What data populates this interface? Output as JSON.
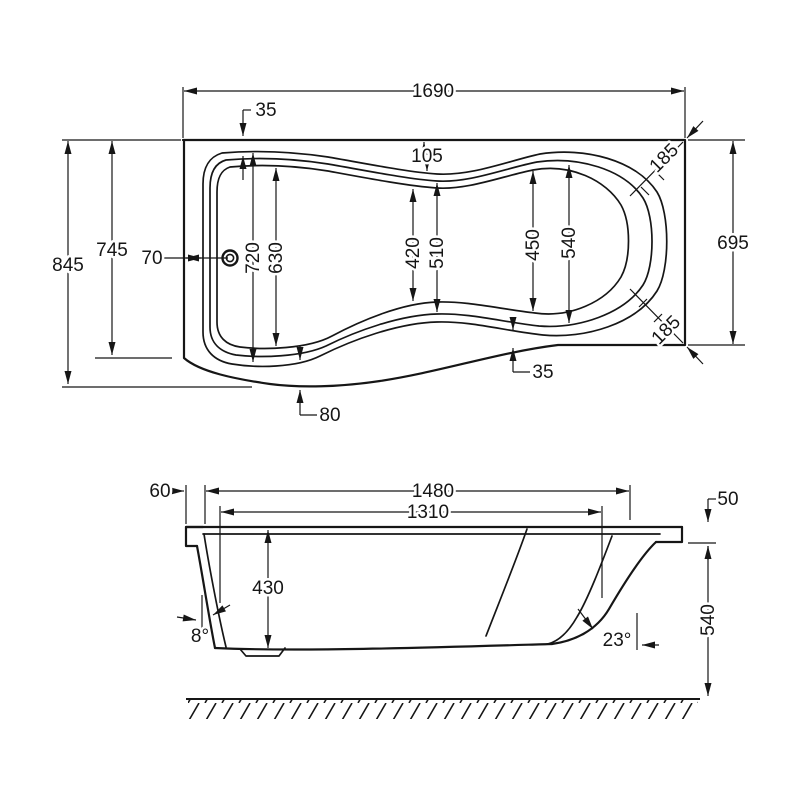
{
  "drawing": {
    "type": "technical-dimension-drawing",
    "subject": "P-shaped shower bath, plan view and side elevation",
    "ink_color": "#161616",
    "background_color": "#ffffff"
  },
  "plan": {
    "length_overall": "1690",
    "rim_offset_top": "35",
    "rim_offset_mid": "105",
    "corner_top_right": "185",
    "corner_bottom_right": "185",
    "width_end": "695",
    "width_overall": "845",
    "width_shower_end": "745",
    "waste_to_edge": "70",
    "shower_width_outer": "720",
    "shower_width_inner": "630",
    "mid_width_inner": "420",
    "mid_width_outer": "510",
    "end_width_inner": "450",
    "end_width_outer": "540",
    "rim_offset_bottom": "35",
    "rim_offset_bulge": "80"
  },
  "side": {
    "length_rim": "1480",
    "length_base": "1310",
    "overhang_left": "60",
    "rim_drop_right": "50",
    "depth_internal": "430",
    "height_base": "540",
    "angle_left": "8°",
    "angle_right": "23°"
  }
}
